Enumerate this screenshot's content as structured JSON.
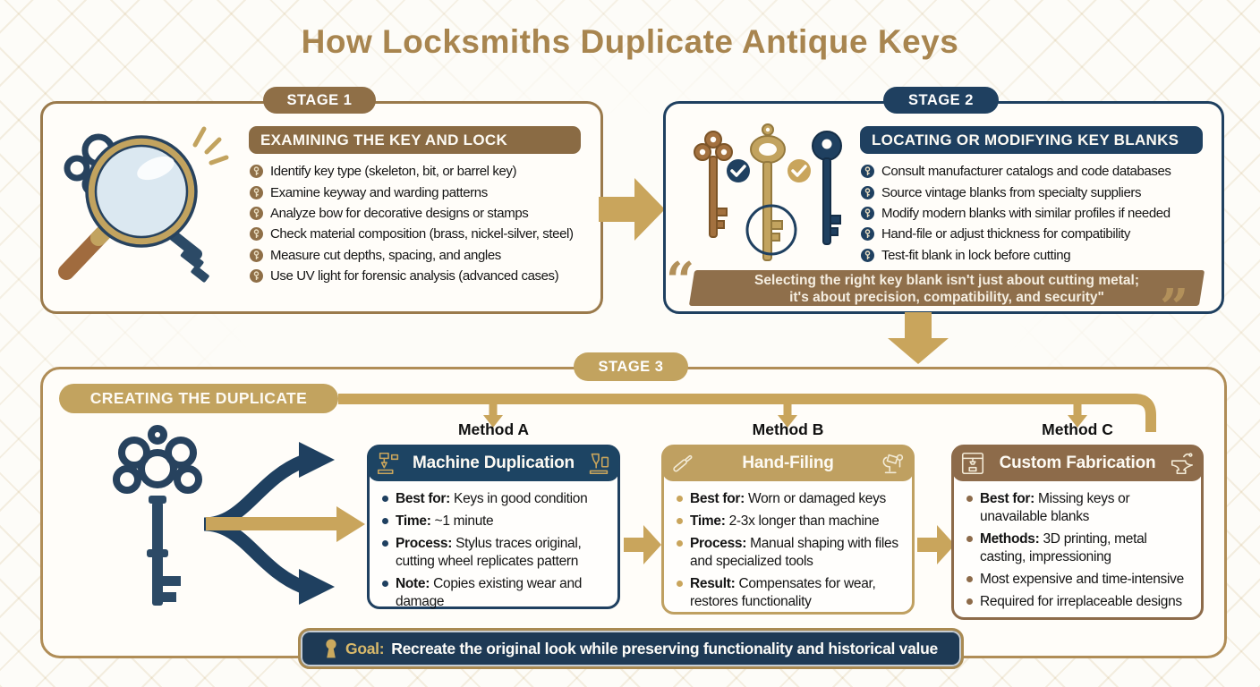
{
  "title": "How Locksmiths Duplicate Antique Keys",
  "stage1": {
    "badge": "STAGE 1",
    "header": "EXAMINING THE KEY AND LOCK",
    "items": [
      "Identify key type (skeleton, bit, or barrel key)",
      "Examine keyway and warding patterns",
      "Analyze bow for decorative designs or stamps",
      "Check material composition (brass, nickel-silver, steel)",
      "Measure cut depths, spacing, and angles",
      "Use UV light for forensic analysis (advanced cases)"
    ]
  },
  "stage2": {
    "badge": "STAGE 2",
    "header": "LOCATING OR MODIFYING KEY BLANKS",
    "items": [
      "Consult manufacturer catalogs and code databases",
      "Source vintage blanks from specialty suppliers",
      "Modify modern blanks with similar profiles if needed",
      "Hand-file or adjust thickness for compatibility",
      "Test-fit blank in lock before cutting"
    ],
    "quote": {
      "open_mark": "“",
      "line1": "Selecting the right key blank isn't just about cutting metal;",
      "line2": "it's about precision, compatibility, and security\"",
      "close_mark": "”"
    }
  },
  "stage3": {
    "badge": "STAGE 3",
    "header": "CREATING THE DUPLICATE",
    "methods": [
      {
        "label": "Method A",
        "title": "Machine Duplication",
        "items": [
          {
            "b": "Best for:",
            "t": " Keys in good condition"
          },
          {
            "b": "Time:",
            "t": " ~1 minute"
          },
          {
            "b": "Process:",
            "t": " Stylus traces original, cutting wheel replicates pattern"
          },
          {
            "b": "Note:",
            "t": " Copies existing wear and damage"
          }
        ]
      },
      {
        "label": "Method B",
        "title": "Hand-Filing",
        "items": [
          {
            "b": "Best for:",
            "t": " Worn or damaged keys"
          },
          {
            "b": "Time:",
            "t": " 2-3x longer than machine"
          },
          {
            "b": "Process:",
            "t": " Manual shaping with files and specialized tools"
          },
          {
            "b": "Result:",
            "t": " Compensates for wear, restores functionality"
          }
        ]
      },
      {
        "label": "Method C",
        "title": "Custom Fabrication",
        "items": [
          {
            "b": "Best for:",
            "t": " Missing keys or unavailable blanks"
          },
          {
            "b": "Methods:",
            "t": " 3D printing, metal casting, impressioning"
          },
          {
            "b": "",
            "t": "Most expensive and time-intensive"
          },
          {
            "b": "",
            "t": "Required for irreplaceable designs"
          }
        ]
      }
    ]
  },
  "goal": {
    "label": "Goal:",
    "text": "Recreate the original look while preserving functionality and historical value"
  },
  "colors": {
    "gold": "#c9a55c",
    "brown": "#8a6b44",
    "navy": "#1f4060",
    "title_gold": "#a8854f"
  }
}
